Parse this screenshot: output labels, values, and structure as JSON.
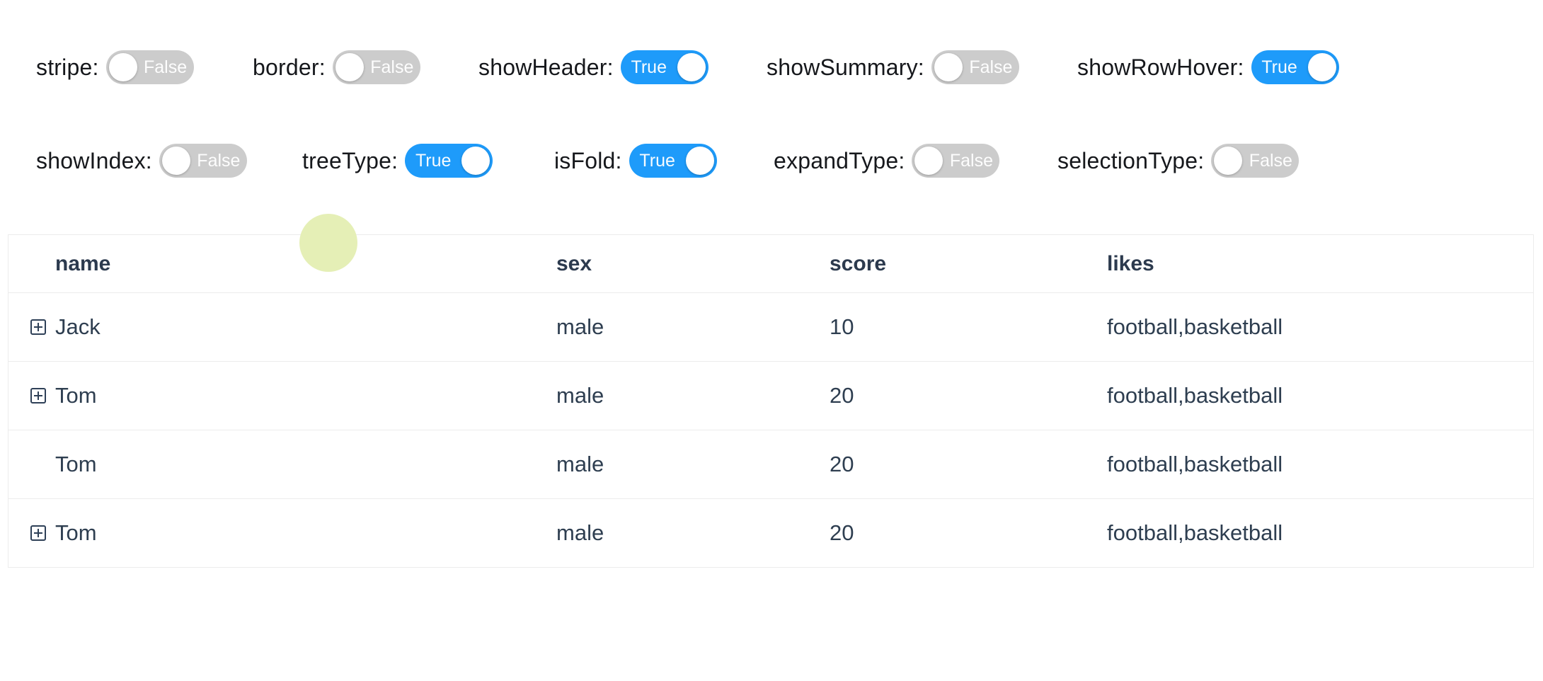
{
  "colors": {
    "switch_on": "#1e9bfa",
    "switch_off": "#cccccc",
    "click_dot": "#e5efb6",
    "header_text": "#2c3a4e",
    "cell_text": "#2e3e50"
  },
  "toggle_rows": [
    [
      {
        "label": "stripe:",
        "value": "False",
        "on": false
      },
      {
        "label": "border:",
        "value": "False",
        "on": false
      },
      {
        "label": "showHeader:",
        "value": "True",
        "on": true
      },
      {
        "label": "showSummary:",
        "value": "False",
        "on": false
      },
      {
        "label": "showRowHover:",
        "value": "True",
        "on": true
      }
    ],
    [
      {
        "label": "showIndex:",
        "value": "False",
        "on": false
      },
      {
        "label": "treeType:",
        "value": "True",
        "on": true
      },
      {
        "label": "isFold:",
        "value": "True",
        "on": true
      },
      {
        "label": "expandType:",
        "value": "False",
        "on": false
      },
      {
        "label": "selectionType:",
        "value": "False",
        "on": false
      }
    ]
  ],
  "table": {
    "columns": [
      {
        "key": "name",
        "label": "name"
      },
      {
        "key": "sex",
        "label": "sex"
      },
      {
        "key": "score",
        "label": "score"
      },
      {
        "key": "likes",
        "label": "likes"
      }
    ],
    "rows": [
      {
        "name": "Jack",
        "sex": "male",
        "score": "10",
        "likes": "football,basketball",
        "expandable": true,
        "indent": false
      },
      {
        "name": "Tom",
        "sex": "male",
        "score": "20",
        "likes": "football,basketball",
        "expandable": true,
        "indent": false
      },
      {
        "name": "Tom",
        "sex": "male",
        "score": "20",
        "likes": "football,basketball",
        "expandable": false,
        "indent": true
      },
      {
        "name": "Tom",
        "sex": "male",
        "score": "20",
        "likes": "football,basketball",
        "expandable": true,
        "indent": false
      }
    ]
  }
}
